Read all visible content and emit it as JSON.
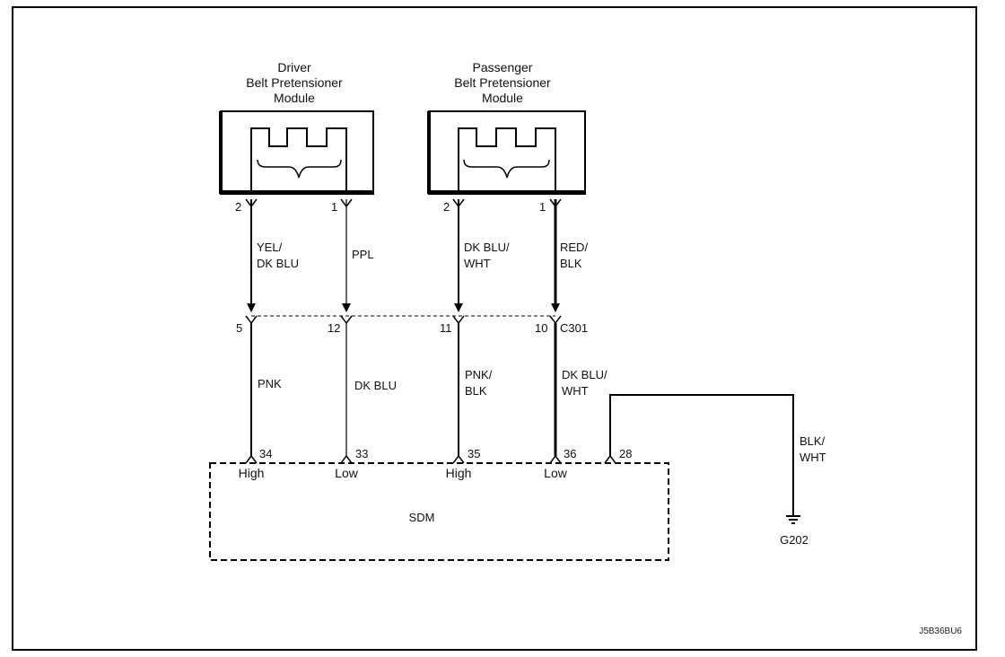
{
  "modules": {
    "driver": {
      "line1": "Driver",
      "line2": "Belt Pretensioner",
      "line3": "Module"
    },
    "passenger": {
      "line1": "Passenger",
      "line2": "Belt  Pretensioner",
      "line3": "Module"
    }
  },
  "pins_top": {
    "d2": "2",
    "d1": "1",
    "p2": "2",
    "p1": "1"
  },
  "wires_upper": {
    "w1_l1": "YEL/",
    "w1_l2": "DK BLU",
    "w2": "PPL",
    "w3_l1": "DK BLU/",
    "w3_l2": "WHT",
    "w4_l1": "RED/",
    "w4_l2": "BLK"
  },
  "connector": {
    "name": "C301",
    "pins": {
      "a": "5",
      "b": "12",
      "c": "11",
      "d": "10"
    }
  },
  "wires_lower": {
    "w1": "PNK",
    "w2": "DK BLU",
    "w3_l1": "PNK/",
    "w3_l2": "BLK",
    "w4_l1": "DK BLU/",
    "w4_l2": "WHT"
  },
  "sdm": {
    "name": "SDM",
    "pins": {
      "p34": "34",
      "p33": "33",
      "p35": "35",
      "p36": "36",
      "p28": "28"
    },
    "sides": {
      "s1": "High",
      "s2": "Low",
      "s3": "High",
      "s4": "Low"
    }
  },
  "ground": {
    "wire_l1": "BLK/",
    "wire_l2": "WHT",
    "name": "G202"
  },
  "footer": {
    "id": "J5B36BU6"
  }
}
